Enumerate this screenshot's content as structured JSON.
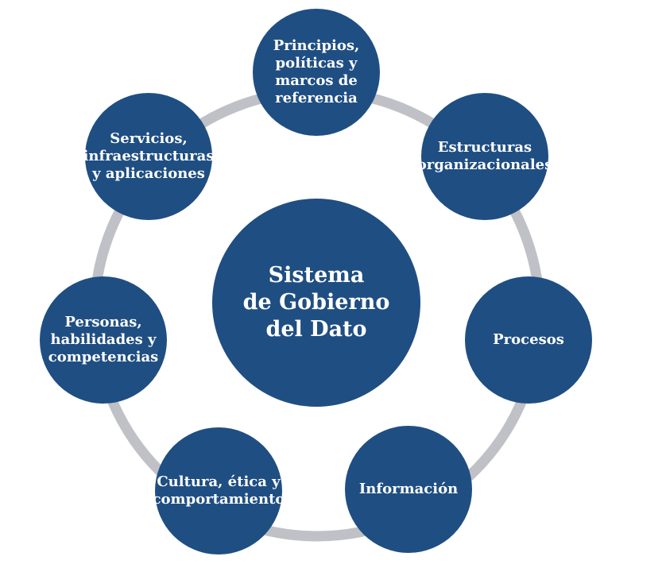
{
  "diagram": {
    "ring_color": "#bfc1c6",
    "node_color": "#1f4e82",
    "text_color": "#ffffff",
    "center": {
      "label": "Sistema\nde Gobierno\ndel Dato"
    },
    "nodes": [
      {
        "label": "Principios,\npolíticas y\nmarcos de\nreferencia"
      },
      {
        "label": "Estructuras\norganizacionales"
      },
      {
        "label": "Procesos"
      },
      {
        "label": "Información"
      },
      {
        "label": "Cultura, ética y\ncomportamiento"
      },
      {
        "label": "Personas,\nhabilidades y\ncompetencias"
      },
      {
        "label": "Servicios,\ninfraestructuras\ny aplicaciones"
      }
    ]
  }
}
